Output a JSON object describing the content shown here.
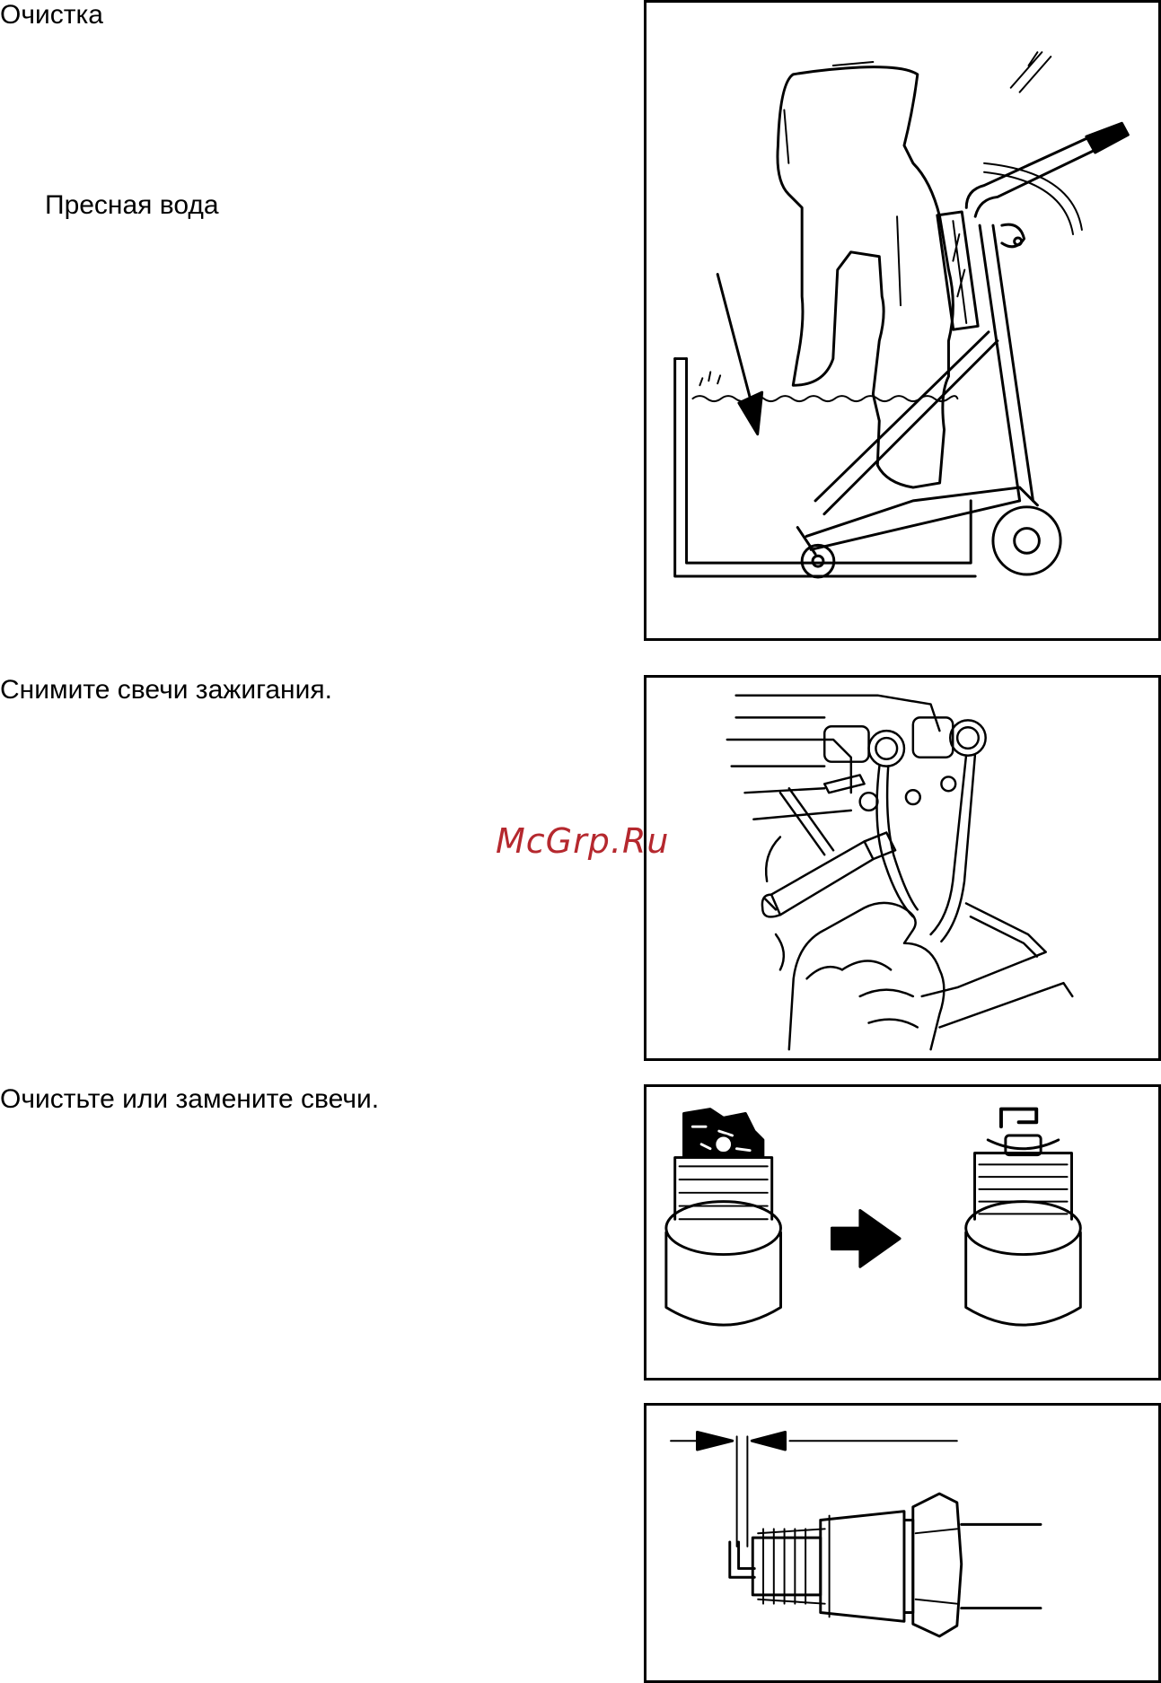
{
  "section_title": "Очистка",
  "steps": [
    {
      "label": "Пресная вода",
      "figure_icon": "outboard-motor-in-water-tank-icon"
    },
    {
      "label": "Снимите свечи зажигания.",
      "figure_icon": "spark-plug-removal-icon"
    },
    {
      "label": "Очистьте или замените свечи.",
      "figure_icon": "spark-plug-clean-replace-icon"
    },
    {
      "label": "",
      "figure_icon": "spark-plug-gap-icon"
    }
  ],
  "watermark": "McGrp.Ru"
}
